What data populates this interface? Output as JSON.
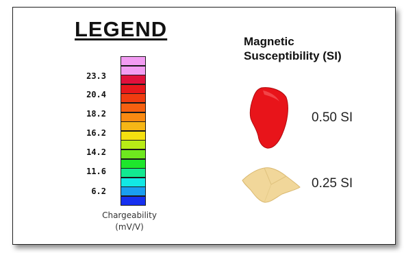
{
  "legend": {
    "title": "LEGEND",
    "colors": [
      "#f29cf2",
      "#f29cf2",
      "#e0103c",
      "#e8181c",
      "#f03c10",
      "#f66010",
      "#f98a12",
      "#f6b616",
      "#f4e010",
      "#b8ec16",
      "#6ee81e",
      "#1ee62c",
      "#12e890",
      "#12e8e4",
      "#1a9ef0",
      "#1630f0"
    ],
    "tick_labels": [
      "23.3",
      "20.4",
      "18.2",
      "16.2",
      "14.2",
      "11.6",
      "6.2"
    ],
    "caption_line1": "Chargeability",
    "caption_line2": "(mV/V)"
  },
  "magnetic": {
    "title_line1": "Magnetic",
    "title_line2": "Susceptibility (SI)",
    "bodies": [
      {
        "label": "0.50 SI",
        "color": "#e8141a"
      },
      {
        "label": "0.25 SI",
        "color": "#f1d79a"
      }
    ]
  }
}
